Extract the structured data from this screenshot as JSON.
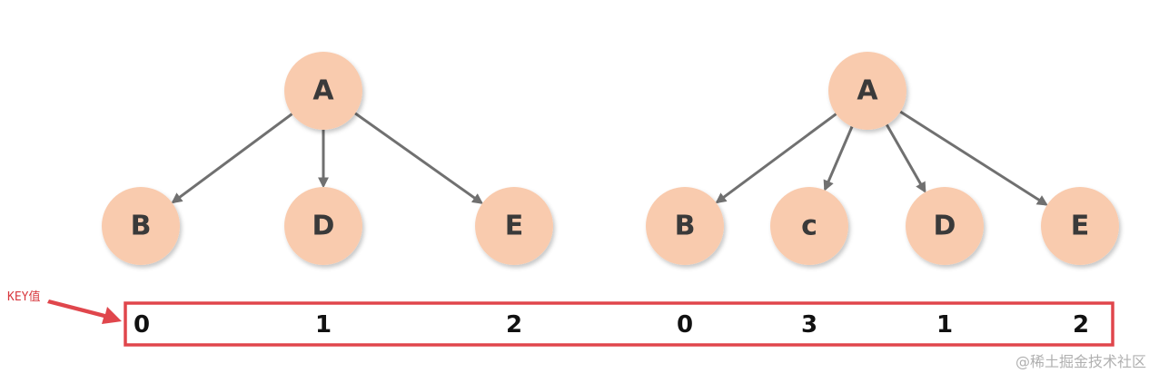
{
  "colors": {
    "node_fill": "#f9cbae",
    "node_text": "#3a3a3a",
    "edge": "#707070",
    "key_box_border": "#e0464c",
    "annotation": "#d8383e",
    "watermark": "#b0b0b0"
  },
  "trees": [
    {
      "root": {
        "id": "L-A",
        "label": "A"
      },
      "children": [
        {
          "id": "L-B",
          "label": "B",
          "key": "0"
        },
        {
          "id": "L-D",
          "label": "D",
          "key": "1"
        },
        {
          "id": "L-E",
          "label": "E",
          "key": "2"
        }
      ]
    },
    {
      "root": {
        "id": "R-A",
        "label": "A"
      },
      "children": [
        {
          "id": "R-B",
          "label": "B",
          "key": "0"
        },
        {
          "id": "R-c",
          "label": "c",
          "key": "3"
        },
        {
          "id": "R-D",
          "label": "D",
          "key": "1"
        },
        {
          "id": "R-E",
          "label": "E",
          "key": "2"
        }
      ]
    }
  ],
  "annotation": {
    "label": "KEY值"
  },
  "watermark": {
    "text": "@稀土掘金技术社区"
  }
}
